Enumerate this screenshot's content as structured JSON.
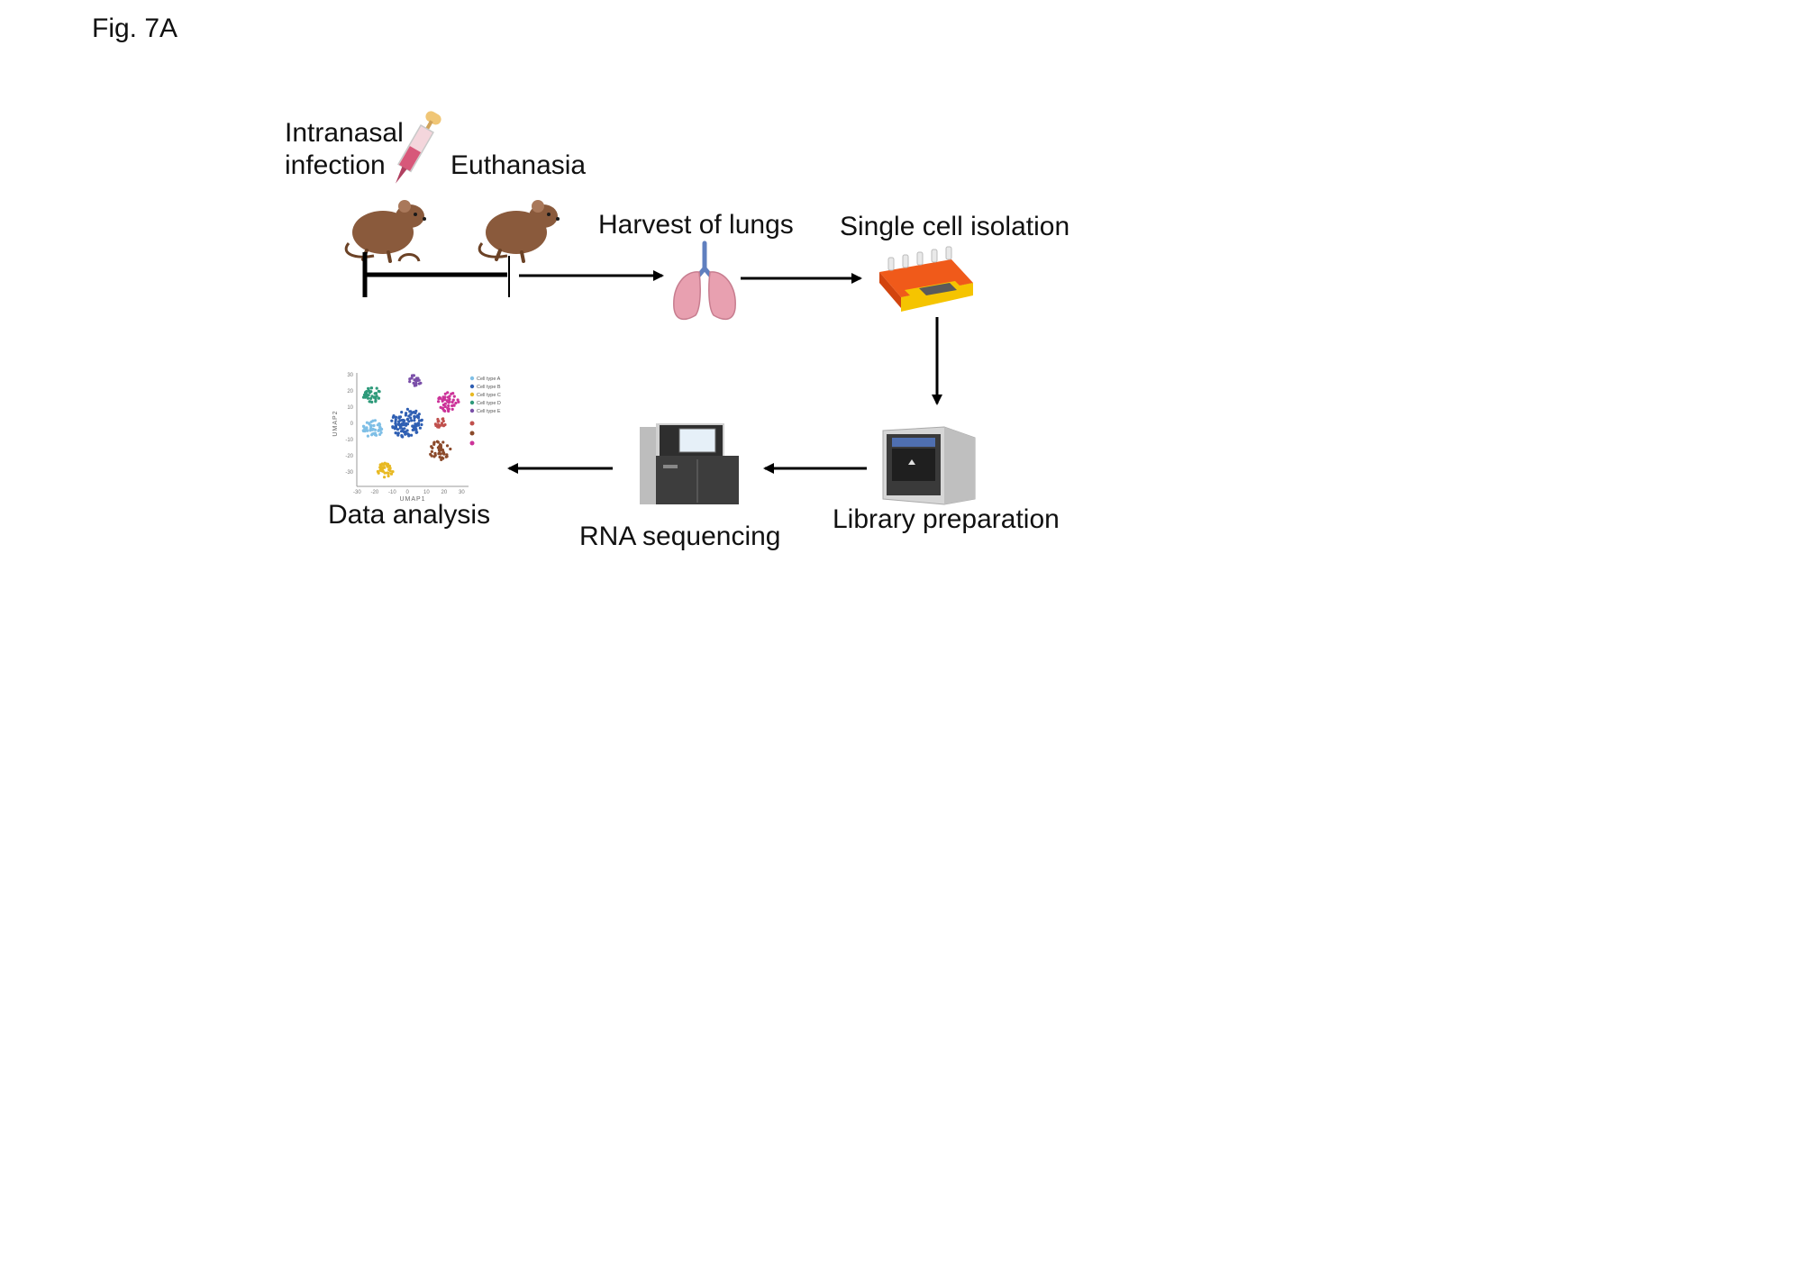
{
  "figure_label": "Fig. 7A",
  "steps": {
    "infection_line1": "Intranasal",
    "infection_line2": "infection",
    "euthanasia": "Euthanasia",
    "harvest": "Harvest of lungs",
    "isolation": "Single cell isolation",
    "library": "Library preparation",
    "sequencing": "RNA sequencing",
    "analysis": "Data analysis"
  },
  "umap_plot": {
    "xlabel": "UMAP1",
    "ylabel": "UMAP2",
    "x_ticks": [
      "-30",
      "-20",
      "-10",
      "0",
      "10",
      "20",
      "30"
    ],
    "y_ticks": [
      "30",
      "20",
      "10",
      "0",
      "-10",
      "-20",
      "-30"
    ],
    "legend": [
      {
        "label": "Cell type A",
        "color": "#7fbfe6"
      },
      {
        "label": "Cell type B",
        "color": "#2f5fb3"
      },
      {
        "label": "Cell type C",
        "color": "#e8b923"
      },
      {
        "label": "Cell type D",
        "color": "#2e9a7a"
      },
      {
        "label": "Cell type E",
        "color": "#7a4fa8"
      }
    ],
    "extra_legend_colors": [
      "#c0504d",
      "#8b4a2b",
      "#cc3399"
    ]
  },
  "colors": {
    "mouse": "#8a5a3c",
    "lungs": "#e8a0b0",
    "trachea": "#6a8cc8",
    "isolator_body": "#f05a1a",
    "isolator_base": "#f5c400",
    "instrument_gray": "#bfbfbf",
    "instrument_dark": "#3a3a3a",
    "arrow": "#000000"
  }
}
